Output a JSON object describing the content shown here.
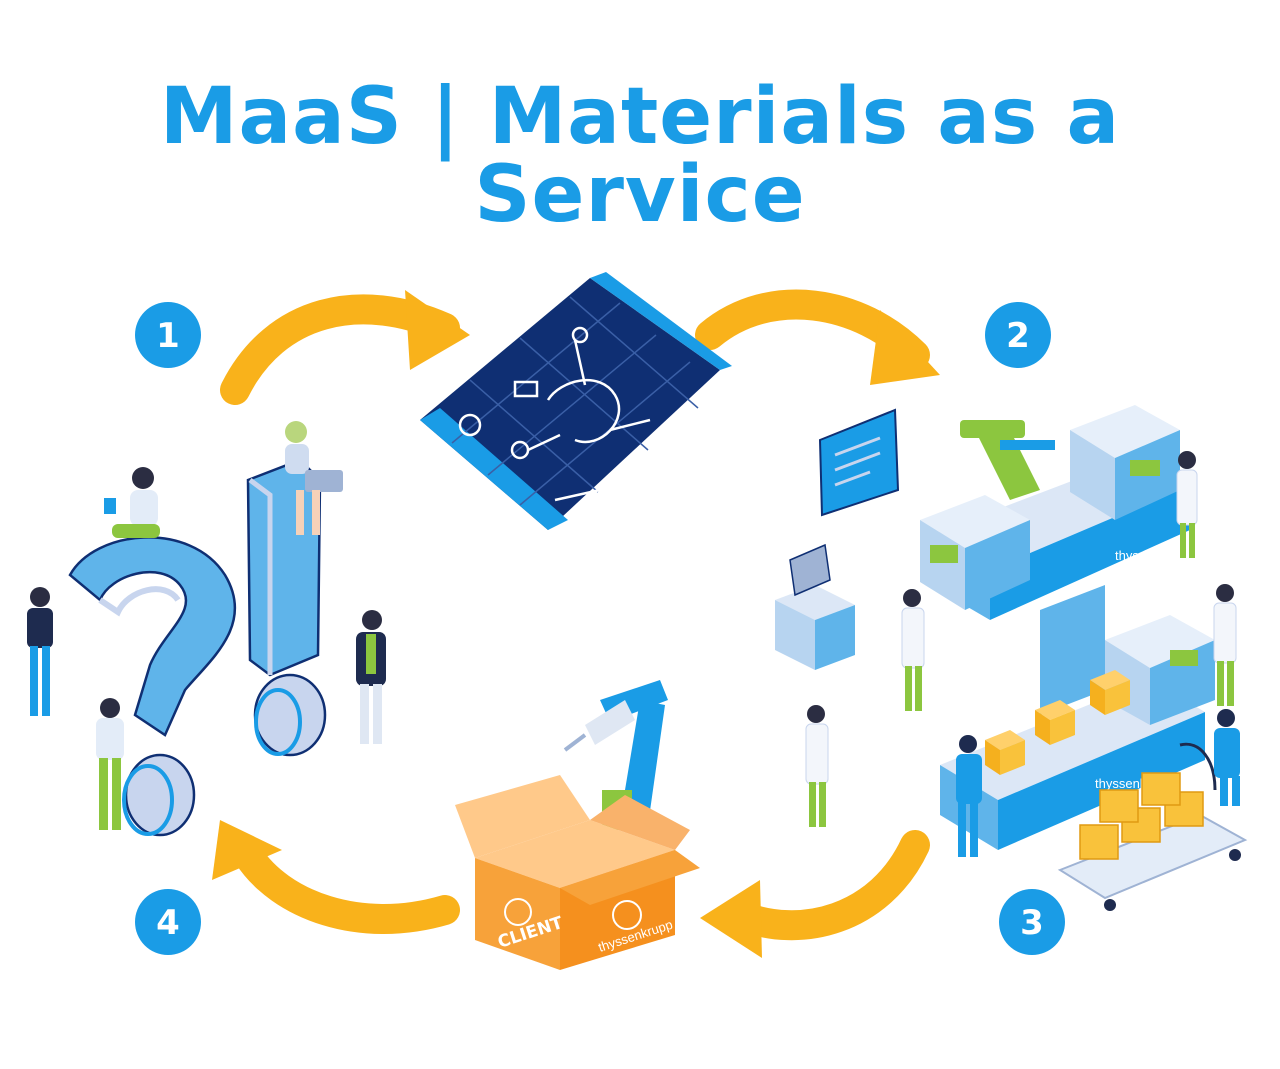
{
  "title": "MaaS | Materials as a Service",
  "steps": [
    {
      "label": "1"
    },
    {
      "label": "2"
    },
    {
      "label": "3"
    },
    {
      "label": "4"
    }
  ],
  "box": {
    "client_label": "CLIENT",
    "brand_label": "thyssenkrupp"
  },
  "machines": {
    "brand_label": "thyssenkrupp"
  },
  "icons": [
    "question-mark-icon",
    "exclamation-mark-icon",
    "blueprint-icon",
    "factory-line-icon",
    "robot-arm-icon",
    "delivery-box-icon",
    "workstation-icon",
    "info-board-icon",
    "pallet-cart-icon"
  ],
  "colors": {
    "title": "#1a9ce6",
    "badge": "#1a9ce6",
    "arrow": "#f9b21b",
    "blueprint": "#0f2f73",
    "box": "#f5901e",
    "machine": "#5fb4ea",
    "accent_green": "#8cc63f"
  }
}
